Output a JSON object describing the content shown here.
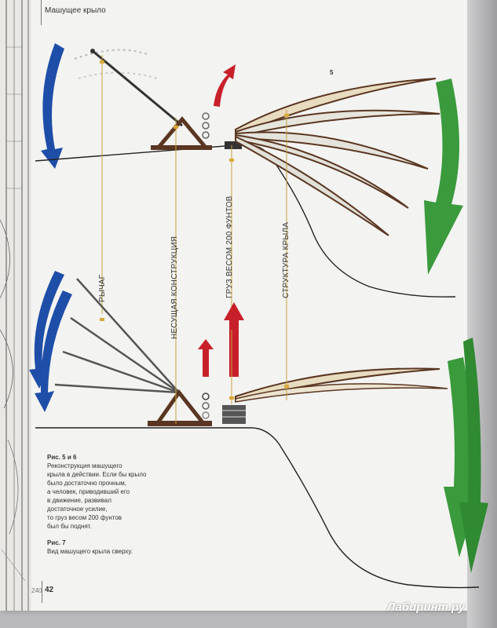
{
  "header": {
    "title": "Машущее крыло"
  },
  "figure": {
    "number": "5",
    "labels": {
      "lever": "РЫЧАГ",
      "support": "НЕСУЩАЯ КОНСТРУКЦИЯ",
      "weight": "ГРУЗ ВЕСОМ 200 ФУНТОВ",
      "wing": "СТРУКТУРА КРЫЛА"
    }
  },
  "caption": {
    "fig56_title": "Рис. 5 и 6",
    "fig56_lines": [
      "Реконструкция машущего",
      "крыла в действии. Если бы крыло",
      "было достаточно прочным,",
      "а человек, приводивший его",
      "в движение, развивал",
      "достаточное усилие,",
      "то груз весом 200 фунтов",
      "был бы поднят."
    ],
    "fig7_title": "Рис. 7",
    "fig7_text": "Вид машущего крыла сверху."
  },
  "footer": {
    "page_small": "240",
    "page": "42"
  },
  "watermark": "Лабиринт.ру",
  "colors": {
    "blue_arrow": "#1e4ea8",
    "red_arrow": "#c8202a",
    "green_arrow": "#3a9a3c",
    "wood": "#5a3622"
  }
}
